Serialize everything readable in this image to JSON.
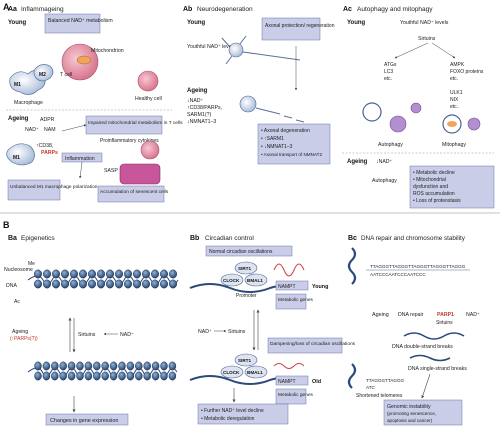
{
  "panelA": {
    "letter": "A",
    "aa": {
      "label": "Aa",
      "title": "Inflammageing",
      "young": "Young",
      "balanced_box": "Balanced NAD⁺ metabolism",
      "mitochondrion": "Mitochondrion",
      "t_cell": "T cell",
      "macrophage": "Macrophage",
      "healthy_cell": "Healthy cell",
      "m1": "M1",
      "m2": "M2",
      "ageing": "Ageing",
      "nad": "NAD⁺",
      "adpr": "ADPR",
      "nam": "NAM",
      "cd38": "↑CD38,",
      "parps": "PARPs",
      "impaired_box": "Impaired mitochondrial metabolism in T cells",
      "proinflammatory": "Proinflammatory cytokines",
      "inflammation": "Inflammation",
      "sasp": "SASP",
      "unbalanced": "Unbalanced M1 macrophage polarization",
      "accumulation": "Accumulation of senescent cells"
    },
    "ab": {
      "label": "Ab",
      "title": "Neurodegeneration",
      "young": "Young",
      "youthful": "Youthful NAD⁺ levels",
      "axonal_box": "Axonal protection/ regeneration",
      "ageing": "Ageing",
      "list": [
        "↓NAD⁺",
        "↑CD38/PARPs,",
        "SARM1(?)",
        "↓NMNAT1–3"
      ],
      "outcomes": [
        "• Axonal degeneration",
        "• ↑SARM1",
        "• ↓NMNAT1–3",
        "• Axonal transport of NMNAT2"
      ]
    },
    "ac": {
      "label": "Ac",
      "title": "Autophagy and mitophagy",
      "young": "Young",
      "youthful": "Youthful NAD⁺ levels",
      "sirtuins": "Sirtuins",
      "left_list": [
        "ATGs",
        "LC3",
        "etc."
      ],
      "right_list": [
        "AMPK",
        "FOXO proteins",
        "etc."
      ],
      "right_list2": [
        "ULK1",
        "NIX",
        "etc."
      ],
      "autophagy": "Autophagy",
      "mitophagy": "Mitophagy",
      "ageing": "Ageing",
      "nad": "↓NAD⁺",
      "autophagy2": "Autophagy",
      "outcomes": [
        "• Metabolic decline",
        "• Mitochondrial",
        "  dysfunction and",
        "  ROS accumulation",
        "• Loss of proteostasis"
      ]
    }
  },
  "panelB": {
    "letter": "B",
    "ba": {
      "label": "Ba",
      "title": "Epigenetics",
      "nucleosome": "Nucleosome",
      "me": "Me",
      "dna": "DNA",
      "ac": "Ac",
      "ageing": "Ageing",
      "ageing_detail": "(↑PARPs(?))",
      "sirtuins": "Sirtuins",
      "nad": "NAD⁺",
      "changes": "Changes in gene expression"
    },
    "bb": {
      "label": "Bb",
      "title": "Circadian control",
      "normal_box": "Normal circadian oscillations",
      "sirt1": "SIRT1",
      "clock": "CLOCK",
      "bmal1": "BMAL1",
      "promoter": "Promoter",
      "nampt": "NAMPT",
      "young": "Young",
      "metabolic_genes": "Metabolic genes",
      "nad": "NAD⁺",
      "sirtuins": "Sirtuins",
      "dampening_box": "Dampening/loss of circadian oscillations",
      "old": "Old",
      "outcomes": [
        "• Further NAD⁺ level decline",
        "• Metabolic deregulation"
      ]
    },
    "bc": {
      "label": "Bc",
      "title": "DNA repair and chromosome stability",
      "telo_seq1": "TTAGGGTTAGGGTTAGGGTTAGGGTTAGGG",
      "telo_seq2": "AATCCCAATCCCAATCCC",
      "ageing": "Ageing",
      "dna_repair": "DNA repair",
      "parp1": "PARP1",
      "nad": "NAD⁺",
      "sirtuins": "Sirtuins",
      "ds_breaks": "DNA double-strand breaks",
      "ss_breaks": "DNA single-strand breaks",
      "short_seq1": "TTAGGGTTAGGG",
      "short_seq2": "ATC",
      "shortened": "Shortened telomeres",
      "genomic_box": [
        "Genomic instability",
        "(promoting senescence,",
        "apoptosis and cancer)"
      ]
    }
  }
}
